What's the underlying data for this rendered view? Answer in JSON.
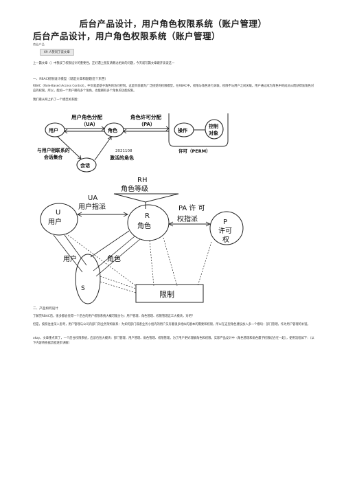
{
  "doc_title": "后台产品设计，用户角色权限系统（账户管理）",
  "main_title": "后台产品设计，用户角色权限系统（账户管理）",
  "author": "商业产品",
  "badge": "69 人赞同了该文章",
  "intro": "上一篇文章（）中我谈了权限设计的重要性，正好遇上朋友请教过相关的问题，今天就写篇文章跟开谈谈这一",
  "section1": "一、RBAC权限设计模型（就是文章和题题这个东西）",
  "rbac_para": "RBAC（Role-Based Access Control），中文就是基于角色的访问控制。这是目前最为广泛接受的权限模型。在RBAC中，权限与角色进行关联，权限不与用户之间关联。用户通过成为角色中的成员从而获得该角色对应的权限。所以，能如一个用户拥有多个角色，也能拥有多个角色的功能权限。",
  "model_intro": "我们看从网上扒了一个模型关系图：",
  "diagram1": {
    "user_role_assign": "用户角色分配",
    "ua": "（UA）",
    "role_perm_assign": "角色许可分配",
    "pa": "（PA）",
    "user": "用户",
    "role": "角色",
    "operation": "操作",
    "control_obj_1": "控制",
    "control_obj_2": "对象",
    "perm": "许可（PERM）",
    "watermark": "2021108",
    "user_session_1": "与用户相联系的",
    "user_session_2": "会话集合",
    "session": "会话",
    "active_role": "激活的角色"
  },
  "diagram2": {
    "rh": "RH",
    "role_level": "角色等级",
    "ua": "UA",
    "user_assign": "用户指派",
    "u": "U",
    "u_label": "用户",
    "r": "R",
    "r_label": "角色",
    "pa_assign_1": "PA 许 可",
    "pa_assign_2": "权指派",
    "p": "P",
    "p_label_1": "许可",
    "p_label_2": "权",
    "user_bottom": "用户",
    "role_bottom": "角色",
    "s": "S",
    "constraint": "限制"
  },
  "section2": "二、产品如何设计",
  "design_para1": "了解完RBAC后，很多都会觉得一个后台的用户权限系统大概可能分为：用户管理、角色管理、权限管理这三大模块，对吧？",
  "design_para2": "但是，按照往往深入思考，用户管理与公司内部门的业务架构联系：为如何部门或者业务小组内的用户又有着很多相似的基本的需要和权限，所以在这里角色建议加入多一个模块：部门管理，作为用户管理的补链。",
  "design_para3": "okay，文章重点来了，一个后台权限系统，应该包括大模块：部门管理、用户管理、角色管理、权限管理。为了用户更好理解角色和权限，实际产品设计中（角色管理和角色最予权限结合在一起），使用流程如下：（以下内容将依据流程逐步讲解）"
}
